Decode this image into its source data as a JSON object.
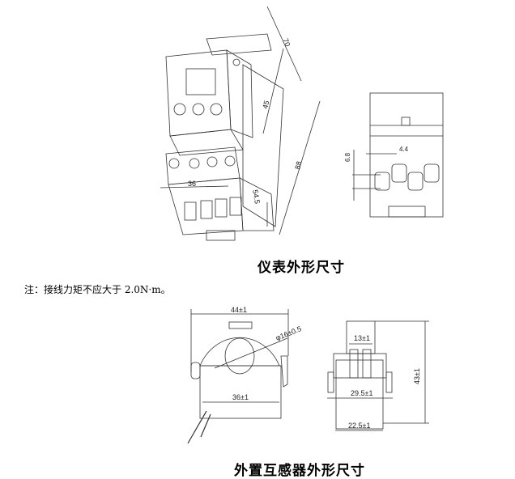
{
  "meter": {
    "title": "仪表外形尺寸",
    "dims": {
      "depth": "70",
      "height_upper": "45",
      "total_height": "88",
      "width": "36",
      "lower": "54.5",
      "terminal_pitch": "4.4",
      "terminal_height": "6.8"
    }
  },
  "note": "注：接线力矩不应大于 2.0N·m。",
  "ct": {
    "title": "外置互感器外形尺寸",
    "dims": {
      "outer_width": "44±1",
      "hole_diameter": "φ16±0.5",
      "inner_width": "36±1",
      "clip_width": "13±1",
      "body_width": "29.5±1",
      "base_width": "22.5±1",
      "height": "43±1"
    }
  }
}
